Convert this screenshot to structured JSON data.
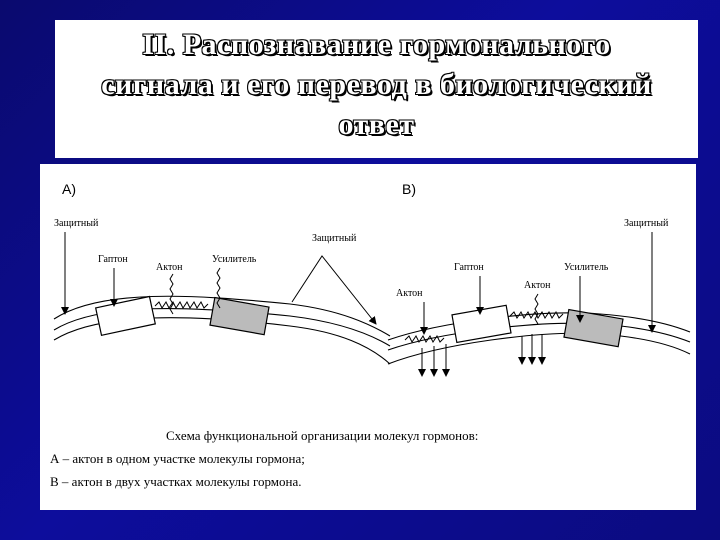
{
  "slide": {
    "title_lines": [
      "II. Распознавание гормонального",
      "сигнала и его перевод в биологический",
      "ответ"
    ]
  },
  "diagram": {
    "panel_a": {
      "label": "А)",
      "zashchitny": "Защитный",
      "gapton": "Гаптон",
      "akton": "Актон",
      "usilitel": "Усилитель"
    },
    "panel_b": {
      "label": "В)",
      "zashchitny_left": "Защитный",
      "zashchitny_right": "Защитный",
      "gapton": "Гаптон",
      "akton_left": "Актон",
      "akton_right": "Актон",
      "usilitel": "Усилитель"
    },
    "caption": {
      "line1": "Схема функциональной организации молекул гормонов:",
      "line2": "А – актон в одном участке молекулы гормона;",
      "line3": "В – актон в двух участках молекулы гормона."
    }
  },
  "colors": {
    "background": "#0b0b80",
    "panel": "#ffffff",
    "ink": "#000000",
    "box_dark": "#bbbbbb"
  }
}
